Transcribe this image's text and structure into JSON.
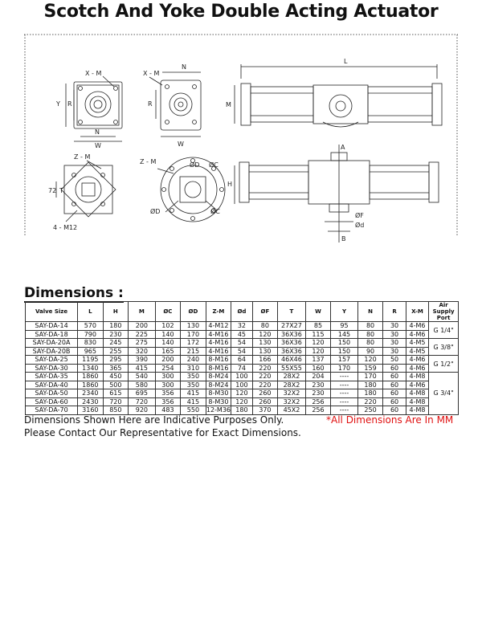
{
  "title": "Scotch And Yoke Double Acting Actuator",
  "drawing": {
    "labels": {
      "xm1": "X - M",
      "y": "Y",
      "r1": "R",
      "n1": "N",
      "w1": "W",
      "xm2": "X - M",
      "n2": "N",
      "r2": "R",
      "w2": "W",
      "l": "L",
      "m": "M",
      "zm1": "Z - M",
      "t1": "T",
      "dim72": "72",
      "m12": "4 - M12",
      "zm2": "Z - M",
      "od1": "ØD",
      "oc1": "ØC",
      "od2": "ØD",
      "oc2": "ØC",
      "a": "A",
      "h": "H",
      "of": "ØF",
      "od3": "Ød",
      "b": "B"
    }
  },
  "dimensions": {
    "heading": "Dimensions :",
    "headers": [
      "Valve Size",
      "L",
      "H",
      "M",
      "ØC",
      "ØD",
      "Z-M",
      "Ød",
      "ØF",
      "T",
      "W",
      "Y",
      "N",
      "R",
      "X-M",
      "Air Supply Port"
    ],
    "rows": [
      [
        "SAY-DA-14",
        "570",
        "180",
        "200",
        "102",
        "130",
        "4-M12",
        "32",
        "80",
        "27X27",
        "85",
        "95",
        "80",
        "30",
        "4-M6"
      ],
      [
        "SAY-DA-18",
        "790",
        "230",
        "225",
        "140",
        "170",
        "4-M16",
        "45",
        "120",
        "36X36",
        "115",
        "145",
        "80",
        "30",
        "4-M6"
      ],
      [
        "SAY-DA-20A",
        "830",
        "245",
        "275",
        "140",
        "172",
        "4-M16",
        "54",
        "130",
        "36X36",
        "120",
        "150",
        "80",
        "30",
        "4-M5"
      ],
      [
        "SAY-DA-20B",
        "965",
        "255",
        "320",
        "165",
        "215",
        "4-M16",
        "54",
        "130",
        "36X36",
        "120",
        "150",
        "90",
        "30",
        "4-M5"
      ],
      [
        "SAY-DA-25",
        "1195",
        "295",
        "390",
        "200",
        "240",
        "8-M16",
        "64",
        "166",
        "46X46",
        "137",
        "157",
        "120",
        "50",
        "4-M6"
      ],
      [
        "SAY-DA-30",
        "1340",
        "365",
        "415",
        "254",
        "310",
        "8-M16",
        "74",
        "220",
        "55X55",
        "160",
        "170",
        "159",
        "60",
        "4-M6"
      ],
      [
        "SAY-DA-35",
        "1860",
        "450",
        "540",
        "300",
        "350",
        "8-M24",
        "100",
        "220",
        "28X2",
        "204",
        "----",
        "170",
        "60",
        "4-M8"
      ],
      [
        "SAY-DA-40",
        "1860",
        "500",
        "580",
        "300",
        "350",
        "8-M24",
        "100",
        "220",
        "28X2",
        "230",
        "----",
        "180",
        "60",
        "4-M6"
      ],
      [
        "SAY-DA-50",
        "2340",
        "615",
        "695",
        "356",
        "415",
        "8-M30",
        "120",
        "260",
        "32X2",
        "230",
        "----",
        "180",
        "60",
        "4-M8"
      ],
      [
        "SAY-DA-60",
        "2430",
        "720",
        "720",
        "356",
        "415",
        "8-M30",
        "120",
        "260",
        "32X2",
        "256",
        "----",
        "220",
        "60",
        "4-M8"
      ],
      [
        "SAY-DA-70",
        "3160",
        "850",
        "920",
        "483",
        "550",
        "12-M36",
        "180",
        "370",
        "45X2",
        "256",
        "----",
        "250",
        "60",
        "4-M8"
      ]
    ],
    "ports": [
      {
        "label": "G 1/4\"",
        "span": 2
      },
      {
        "label": "G 3/8\"",
        "span": 2
      },
      {
        "label": "G 1/2\"",
        "span": 2
      },
      {
        "label": "G 3/4\"",
        "span": 5
      }
    ]
  },
  "notes": {
    "indicative": "Dimensions Shown Here are Indicative Purposes Only.",
    "unit": "*All Dimensions Are In MM",
    "contact": "Please Contact Our Representative for Exact Dimensions."
  },
  "colors": {
    "accent_red": "#e01010",
    "line": "#222222"
  }
}
